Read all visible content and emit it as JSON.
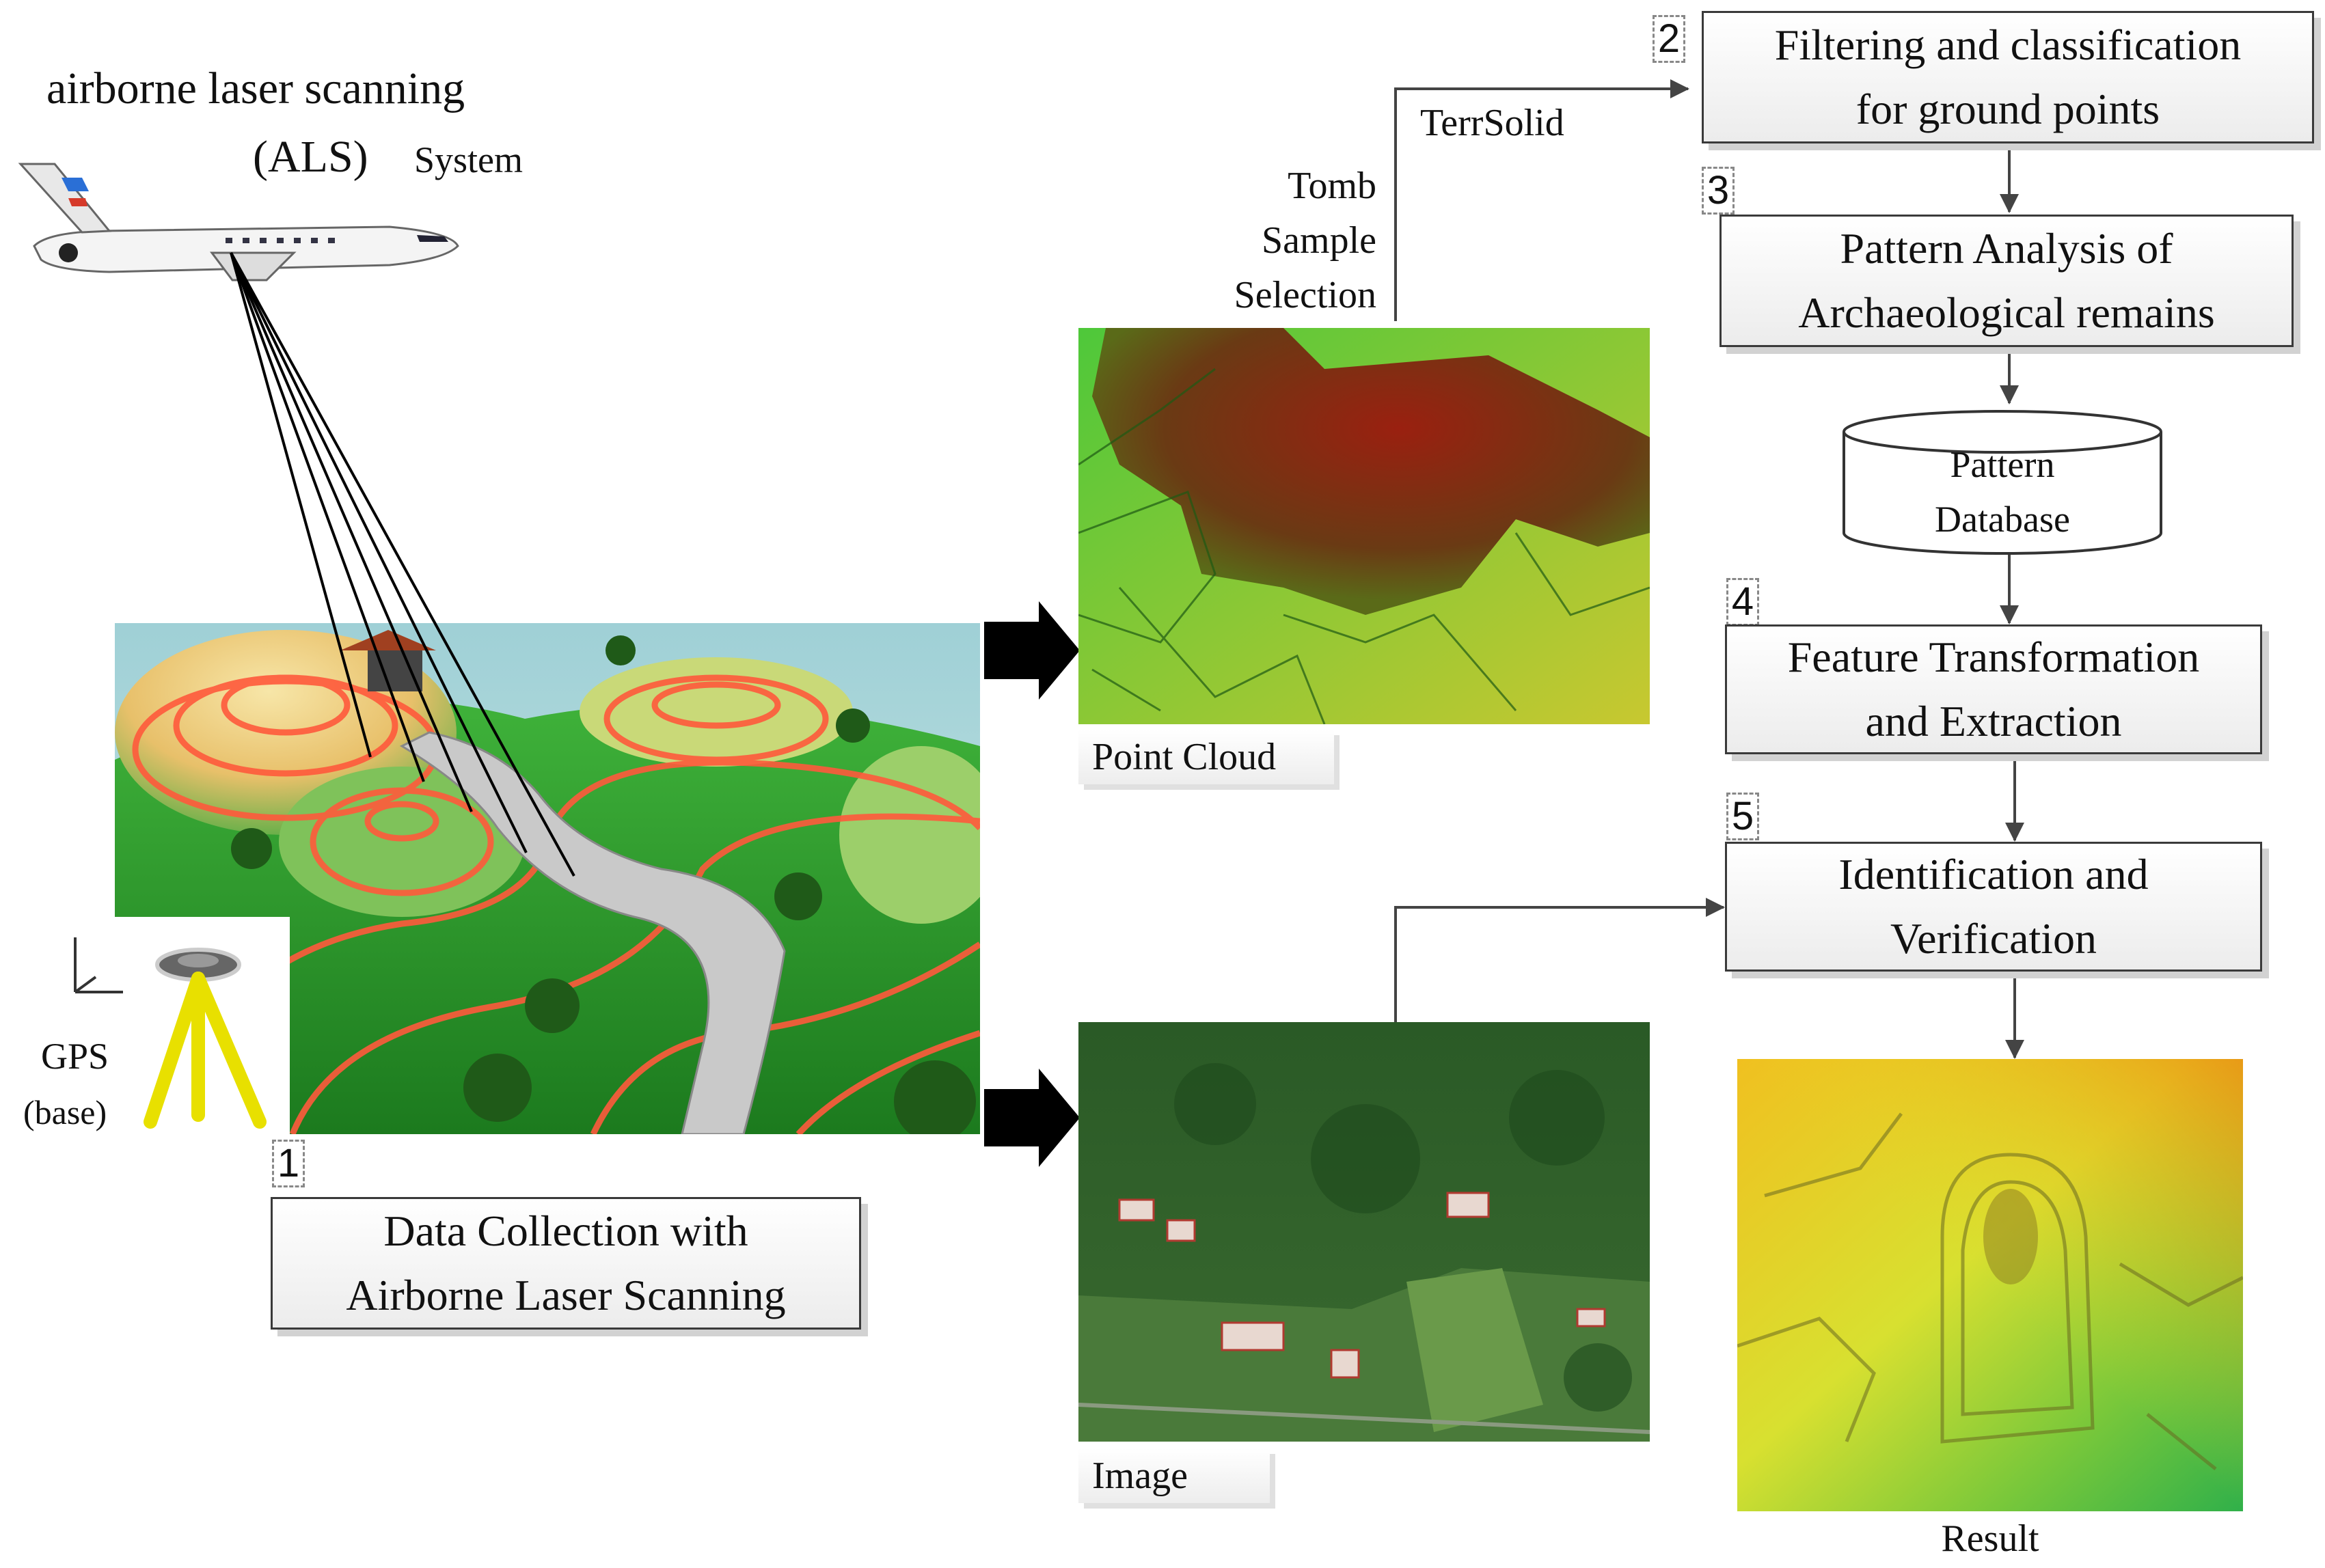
{
  "als": {
    "title": "airborne laser scanning",
    "abbr": "(ALS)",
    "system": "System"
  },
  "gps": {
    "label": "GPS",
    "sub": "(base)"
  },
  "steps": [
    {
      "num": "1",
      "lines": [
        "Data Collection with",
        "Airborne Laser Scanning"
      ]
    },
    {
      "num": "2",
      "lines": [
        "Filtering and classification",
        "for ground points"
      ]
    },
    {
      "num": "3",
      "lines": [
        "Pattern Analysis of",
        "Archaeological remains"
      ]
    },
    {
      "num": "4",
      "lines": [
        "Feature Transformation",
        "and Extraction"
      ]
    },
    {
      "num": "5",
      "lines": [
        "Identification and",
        "Verification"
      ]
    }
  ],
  "database": {
    "lines": [
      "Pattern",
      "Database"
    ]
  },
  "captions": {
    "point_cloud": "Point Cloud",
    "image": "Image",
    "result": "Result"
  },
  "annotations": {
    "tomb": [
      "Tomb",
      "Sample",
      "Selection"
    ],
    "software": "TerrSolid"
  },
  "colors": {
    "box_border": "#3a3a3a",
    "terrain_green": "#2f9a2a",
    "contour_red": "#ff5a3c",
    "pointcloud_red": "#7a2a10",
    "result_yellow": "#e8d400"
  }
}
